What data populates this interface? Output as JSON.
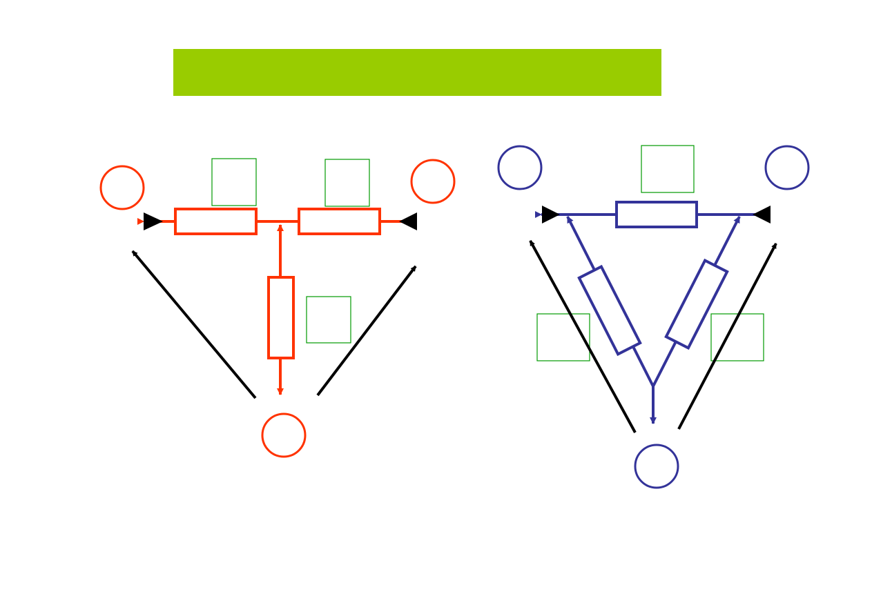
{
  "colors": {
    "title_bar": "#99cc00",
    "star": "#ff3300",
    "delta": "#333399",
    "label_box": "#009900",
    "arrow": "#000000"
  },
  "diagrams": [
    {
      "name": "star-network",
      "resistors": 3,
      "nodes": 3,
      "label_boxes": 3
    },
    {
      "name": "delta-network",
      "resistors": 3,
      "nodes": 3,
      "label_boxes": 3
    }
  ]
}
